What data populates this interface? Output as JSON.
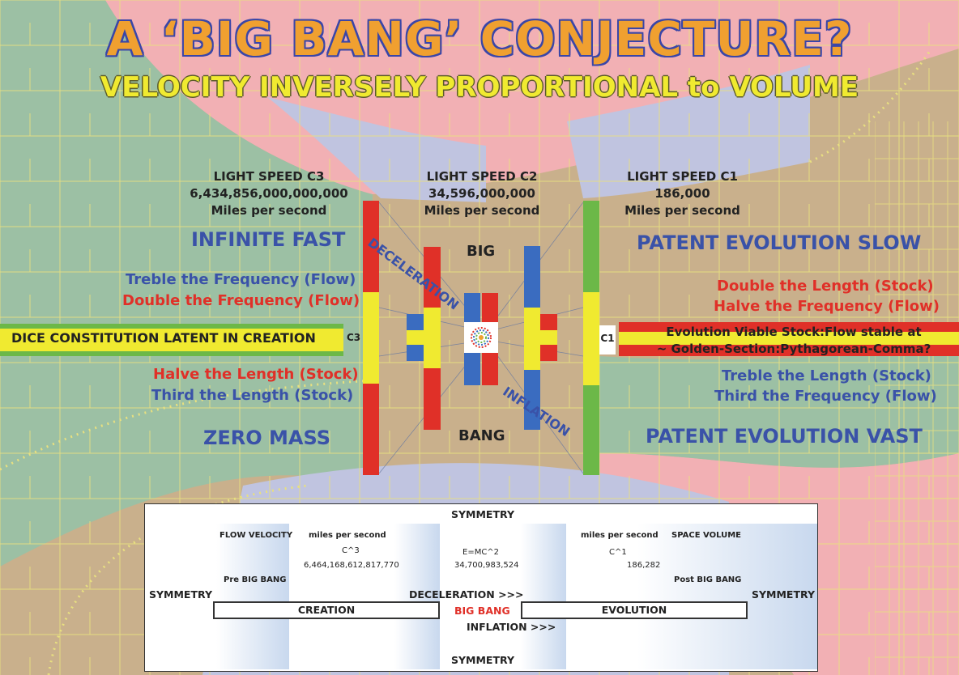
{
  "title": "A ‘BIG BANG’ CONJECTURE?",
  "subtitle": "VELOCITY INVERSELY PROPORTIONAL to VOLUME",
  "speeds": {
    "c3": {
      "label": "LIGHT SPEED C3",
      "value": "6,434,856,000,000,000",
      "unit": "Miles per second"
    },
    "c2": {
      "label": "LIGHT SPEED C2",
      "value": "34,596,000,000",
      "unit": "Miles per second"
    },
    "c1": {
      "label": "LIGHT SPEED C1",
      "value": "186,000",
      "unit": "Miles per second"
    }
  },
  "left": {
    "top_heading": "INFINITE FAST",
    "treble": "Treble the Frequency (Flow)",
    "double": "Double the Frequency (Flow)",
    "band": "DICE CONSTITUTION LATENT IN CREATION",
    "halve": "Halve the Length (Stock)",
    "third": "Third the Length (Stock)",
    "bottom_heading": "ZERO MASS"
  },
  "right": {
    "top_heading": "PATENT EVOLUTION SLOW",
    "double": "Double the Length (Stock)",
    "halve": "Halve the Frequency (Flow)",
    "band_line1": "Evolution Viable Stock:Flow stable at",
    "band_line2": "~ Golden-Section:Pythagorean-Comma?",
    "treble": "Treble the Length (Stock)",
    "third": "Third the Frequency (Flow)",
    "bottom_heading": "PATENT EVOLUTION VAST"
  },
  "center": {
    "big": "BIG",
    "bang": "BANG",
    "deceleration": "DECELERATION",
    "inflation": "INFLATION",
    "c3_tag": "C3",
    "c1_tag": "C1"
  },
  "panel": {
    "symmetry_top": "SYMMETRY",
    "symmetry_bottom": "SYMMETRY",
    "symmetry_left": "SYMMETRY",
    "symmetry_right": "SYMMETRY",
    "flow_velocity": "FLOW VELOCITY",
    "mps_left": "miles per second",
    "mps_right": "miles per second",
    "space_volume": "SPACE VOLUME",
    "c3_label": "C^3",
    "c3_value": "6,464,168,612,817,770",
    "emc_label": "E=MC^2",
    "emc_value": "34,700,983,524",
    "c1_label": "C^1",
    "c1_value": "186,282",
    "pre": "Pre BIG BANG",
    "post": "Post BIG BANG",
    "deceleration": "DECELERATION >>>",
    "creation": "CREATION",
    "big_bang": "BIG BANG",
    "evolution": "EVOLUTION",
    "inflation": "INFLATION >>>"
  },
  "colors": {
    "red": "#e03028",
    "yellow": "#f0ea30",
    "green": "#6cb848",
    "blue": "#3a6cc0",
    "title_orange": "#f0a030",
    "text_blue": "#3a52a8"
  }
}
